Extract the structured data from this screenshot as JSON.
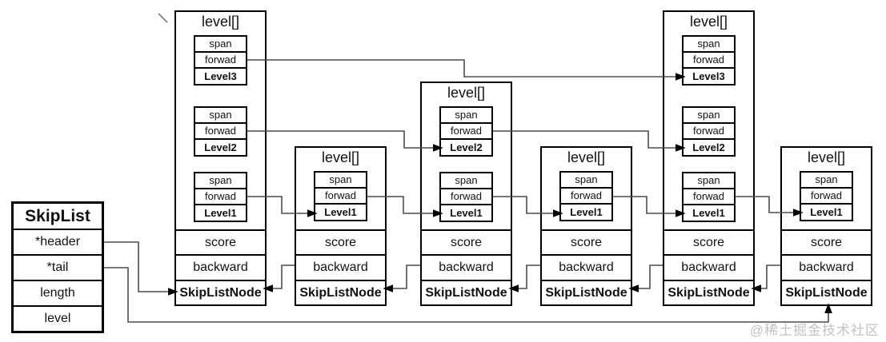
{
  "skiplist": {
    "title": "SkipList",
    "fields": [
      "*header",
      "*tail",
      "length",
      "level"
    ]
  },
  "nodes": [
    {
      "title": "level[]",
      "levels": [
        {
          "rows": [
            "span",
            "forwad",
            "Level3"
          ]
        },
        {
          "rows": [
            "span",
            "forwad",
            "Level2"
          ]
        },
        {
          "rows": [
            "span",
            "forwad",
            "Level1"
          ]
        }
      ],
      "score": "score",
      "backward": "backward",
      "footer": "SkipListNode"
    },
    {
      "title": "level[]",
      "levels": [
        {
          "rows": [
            "span",
            "forwad",
            "Level1"
          ]
        }
      ],
      "score": "score",
      "backward": "backward",
      "footer": "SkipListNode"
    },
    {
      "title": "level[]",
      "levels": [
        {
          "rows": [
            "span",
            "forwad",
            "Level2"
          ]
        },
        {
          "rows": [
            "span",
            "forwad",
            "Level1"
          ]
        }
      ],
      "score": "score",
      "backward": "backward",
      "footer": "SkipListNode"
    },
    {
      "title": "level[]",
      "levels": [
        {
          "rows": [
            "span",
            "forwad",
            "Level1"
          ]
        }
      ],
      "score": "score",
      "backward": "backward",
      "footer": "SkipListNode"
    },
    {
      "title": "level[]",
      "levels": [
        {
          "rows": [
            "span",
            "forwad",
            "Level3"
          ]
        },
        {
          "rows": [
            "span",
            "forwad",
            "Level2"
          ]
        },
        {
          "rows": [
            "span",
            "forwad",
            "Level1"
          ]
        }
      ],
      "score": "score",
      "backward": "backward",
      "footer": "SkipListNode"
    },
    {
      "title": "level[]",
      "levels": [
        {
          "rows": [
            "span",
            "forwad",
            "Level1"
          ]
        }
      ],
      "score": "score",
      "backward": "backward",
      "footer": "SkipListNode"
    }
  ],
  "watermark": "@稀土掘金技术社区",
  "colors": {
    "border": "#000000",
    "connector": "#4d4d4d",
    "arrowhead": "#000000",
    "watermark": "#c3c3c3",
    "background": "#ffffff"
  }
}
